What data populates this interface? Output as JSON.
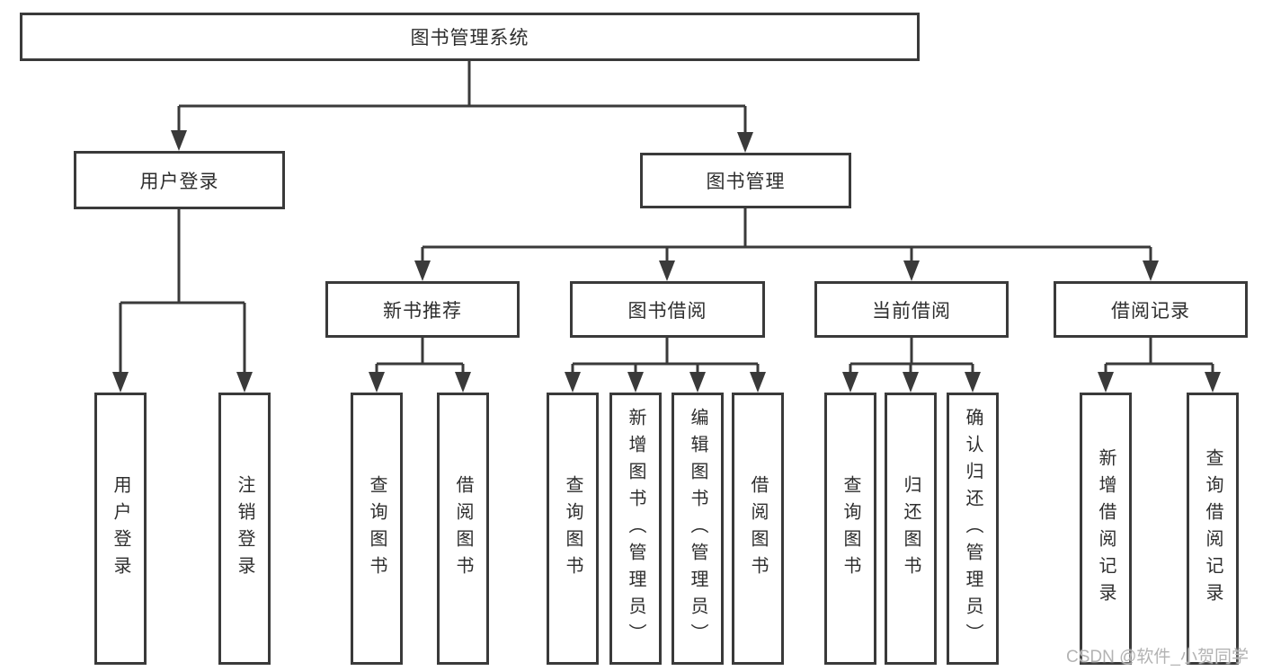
{
  "diagram": {
    "tree": {
      "label": "图书管理系统",
      "children": [
        {
          "label": "用户登录",
          "children": [
            {
              "label": "用户登录"
            },
            {
              "label": "注销登录"
            }
          ]
        },
        {
          "label": "图书管理",
          "children": [
            {
              "label": "新书推荐",
              "children": [
                {
                  "label": "查询图书"
                },
                {
                  "label": "借阅图书"
                }
              ]
            },
            {
              "label": "图书借阅",
              "children": [
                {
                  "label": "查询图书"
                },
                {
                  "label": "新增图书（管理员）"
                },
                {
                  "label": "编辑图书（管理员）"
                },
                {
                  "label": "借阅图书"
                }
              ]
            },
            {
              "label": "当前借阅",
              "children": [
                {
                  "label": "查询图书"
                },
                {
                  "label": "归还图书"
                },
                {
                  "label": "确认归还（管理员）"
                }
              ]
            },
            {
              "label": "借阅记录",
              "children": [
                {
                  "label": "新增借阅记录"
                },
                {
                  "label": "查询借阅记录"
                }
              ]
            }
          ]
        }
      ]
    },
    "watermark": "CSDN @软件_小贺同学",
    "colors": {
      "line": "#3a3a3a",
      "text": "#2e2e2e",
      "background": "#ffffff",
      "watermark": "#b3b3b3"
    }
  }
}
